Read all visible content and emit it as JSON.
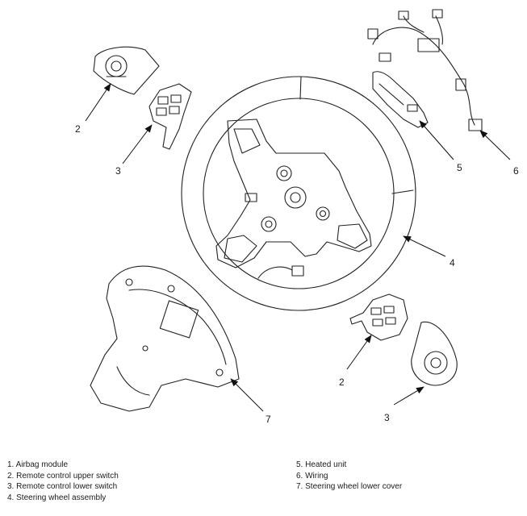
{
  "callouts": {
    "airbag_upper_left": "2",
    "lower_switch_left": "3",
    "steering_wheel": "4",
    "heated_unit": "5",
    "wiring": "6",
    "lower_cover": "7",
    "airbag_lower_right": "2",
    "lower_switch_right": "3"
  },
  "legend": {
    "left": [
      "1. Airbag module",
      "2. Remote control upper switch",
      "3. Remote control lower switch",
      "4. Steering wheel assembly"
    ],
    "right": [
      "5. Heated unit",
      "6. Wiring",
      "7. Steering wheel lower cover"
    ]
  }
}
